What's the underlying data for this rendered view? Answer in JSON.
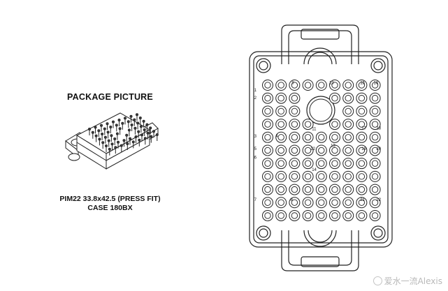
{
  "package": {
    "heading": "PACKAGE PICTURE",
    "name_line": "PIM22 33.8x42.5 (PRESS FIT)",
    "case_line": "CASE 180BX"
  },
  "footprint": {
    "pin_numbers": [
      {
        "label": "1",
        "col": -0.8,
        "row": 0.6
      },
      {
        "label": "9",
        "col": 2,
        "row": -0.3
      },
      {
        "label": "10",
        "col": 4.8,
        "row": -0.3
      },
      {
        "label": "15",
        "col": 7.1,
        "row": -0.3
      },
      {
        "label": "16",
        "col": 8.1,
        "row": -0.3
      },
      {
        "label": "2",
        "col": -0.8,
        "row": 1.6
      },
      {
        "label": "11",
        "col": 3.5,
        "row": 5.5
      },
      {
        "label": "17",
        "col": 7.2,
        "row": 5.4
      },
      {
        "label": "18",
        "col": 8.3,
        "row": 5.4
      },
      {
        "label": "3",
        "col": -0.8,
        "row": 6.4
      },
      {
        "label": "4",
        "col": 0.8,
        "row": 6.4
      },
      {
        "label": "5",
        "col": -0.8,
        "row": 8.0
      },
      {
        "label": "12",
        "col": 3.4,
        "row": 8.0
      },
      {
        "label": "13",
        "col": 4.9,
        "row": 7.6
      },
      {
        "label": "19",
        "col": 7.2,
        "row": 8.0
      },
      {
        "label": "20",
        "col": 8.3,
        "row": 8.0
      },
      {
        "label": "6",
        "col": -0.8,
        "row": 9.1
      },
      {
        "label": "14",
        "col": 3.5,
        "row": 10.6
      },
      {
        "label": "7",
        "col": -0.8,
        "row": 14.4
      },
      {
        "label": "8",
        "col": 1.9,
        "row": 14.4
      },
      {
        "label": "21",
        "col": 7.1,
        "row": 14.4
      },
      {
        "label": "22",
        "col": 8.3,
        "row": 14.4
      }
    ]
  },
  "watermark": {
    "text": "爱水一流Alexis"
  }
}
